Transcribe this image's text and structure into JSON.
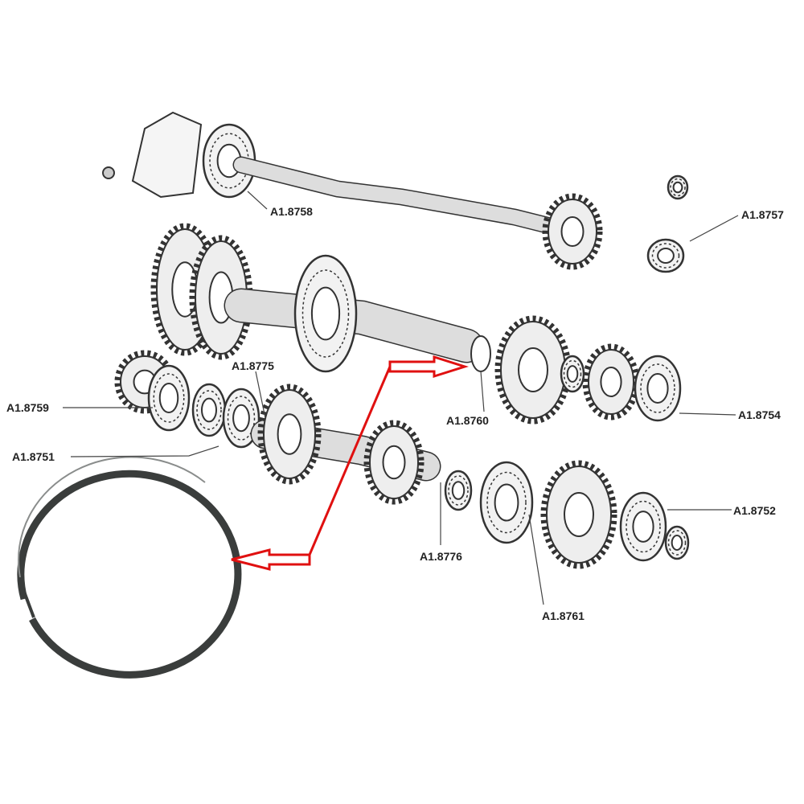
{
  "labels": {
    "a8758": "A1.8758",
    "a8757": "A1.8757",
    "a8775": "A1.8775",
    "a8759": "A1.8759",
    "a8760": "A1.8760",
    "a8754": "A1.8754",
    "a8751": "A1.8751",
    "a8752": "A1.8752",
    "a8776": "A1.8776",
    "a8761": "A1.8761"
  },
  "colors": {
    "arrow": "#e01010",
    "ring": "#3a3d3c",
    "drawing": "#333333"
  }
}
